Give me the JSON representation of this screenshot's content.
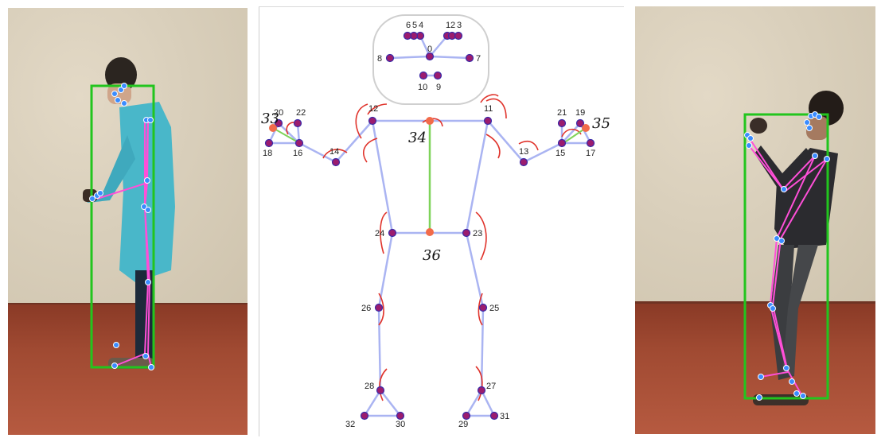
{
  "left_image": {
    "description_role": "photo"
  },
  "diagram": {
    "keypoint_labels": [
      "0",
      "1",
      "2",
      "3",
      "4",
      "5",
      "6",
      "7",
      "8",
      "9",
      "10",
      "11",
      "12",
      "13",
      "14",
      "15",
      "16",
      "17",
      "18",
      "19",
      "20",
      "21",
      "22",
      "23",
      "24",
      "25",
      "26",
      "27",
      "28",
      "29",
      "30",
      "31",
      "32"
    ],
    "added_point_labels": [
      "33",
      "34",
      "35",
      "36"
    ],
    "colors": {
      "bone": "#aab4f2",
      "joint": "#9b1c6e",
      "joint_ring": "#3b2aa8",
      "added_point": "#f26b4a",
      "angle_arc": "#e0332b",
      "spine": "#7fd35a"
    }
  },
  "colors": {
    "bbox": "#22c51e",
    "pose_line": "#ff4fd8",
    "pose_point": "#3a8cff"
  }
}
